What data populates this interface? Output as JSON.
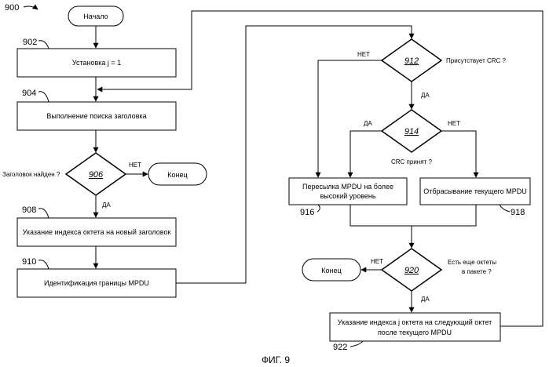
{
  "figure": {
    "number": "900",
    "caption": "ФИГ. 9"
  },
  "nodes": {
    "start": "Начало",
    "n902": {
      "ref": "902",
      "text": "Установка j = 1"
    },
    "n904": {
      "ref": "904",
      "text": "Выполнение поиска заголовка"
    },
    "n906": {
      "ref": "906",
      "question": "Заголовок найден ?",
      "yes": "ДА",
      "no": "НЕТ"
    },
    "end1": "Конец",
    "n908": {
      "ref": "908",
      "text": "Указание индекса октета на новый заголовок"
    },
    "n910": {
      "ref": "910",
      "text": "Идентификация границы MPDU"
    },
    "n912": {
      "ref": "912",
      "question": "Присутствует CRC ?",
      "yes": "ДА",
      "no": "НЕТ"
    },
    "n914": {
      "ref": "914",
      "question": "CRC принят ?",
      "yes": "ДА",
      "no": "НЕТ"
    },
    "n916": {
      "ref": "916",
      "line1": "Пересылка MPDU на более",
      "line2": "высокий уровень"
    },
    "n918": {
      "ref": "918",
      "text": "Отбрасывание текущего MPDU"
    },
    "n920": {
      "ref": "920",
      "line1": "Есть еще октеты",
      "line2": "в пакете ?",
      "yes": "ДА",
      "no": "НЕТ"
    },
    "end2": "Конец",
    "n922": {
      "ref": "922",
      "line1": "Указание индекса j октета на следующий октет",
      "line2": "после текущего MPDU"
    }
  },
  "colors": {
    "stroke": "#000000",
    "background": "#ffffff"
  }
}
